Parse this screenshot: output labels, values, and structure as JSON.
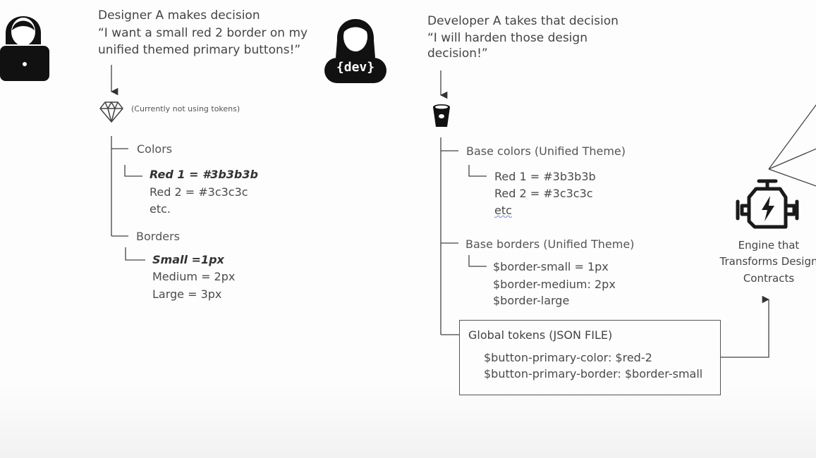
{
  "designer": {
    "icon": "person-laptop-icon",
    "title": "Designer A makes decision",
    "quote_line1": "“I want a small red 2 border on my",
    "quote_line2": "unified themed primary buttons!”",
    "tool_icon": "sketch-diamond-icon",
    "tool_note": "(Currently not using tokens)",
    "colors": {
      "heading": "Colors",
      "items": [
        "Red 1 = #3b3b3b",
        "Red 2 = #3c3c3c",
        "etc."
      ]
    },
    "borders": {
      "heading": "Borders",
      "items": [
        "Small =1px",
        "Medium = 2px",
        "Large = 3px"
      ]
    }
  },
  "developer": {
    "icon": "developer-avatar-icon",
    "badge": "{dev}",
    "title": "Developer A takes that decision",
    "quote_line1": "“I will harden those design",
    "quote_line2": "decision!”",
    "tool_icon": "bucket-icon",
    "base_colors": {
      "heading": "Base colors (Unified Theme)",
      "items": [
        "Red 1 = #3b3b3b",
        "Red 2 = #3c3c3c",
        "etc"
      ]
    },
    "base_borders": {
      "heading": "Base borders (Unified Theme)",
      "items": [
        "$border-small = 1px",
        "$border-medium: 2px",
        "$border-large"
      ]
    },
    "global_tokens": {
      "heading": "Global tokens (JSON FILE)",
      "items": [
        "$button-primary-color: $red-2",
        "$button-primary-border: $border-small"
      ]
    }
  },
  "engine": {
    "icon": "engine-icon",
    "label_line1": "Engine that",
    "label_line2": "Transforms Design",
    "label_line3": "Contracts"
  }
}
